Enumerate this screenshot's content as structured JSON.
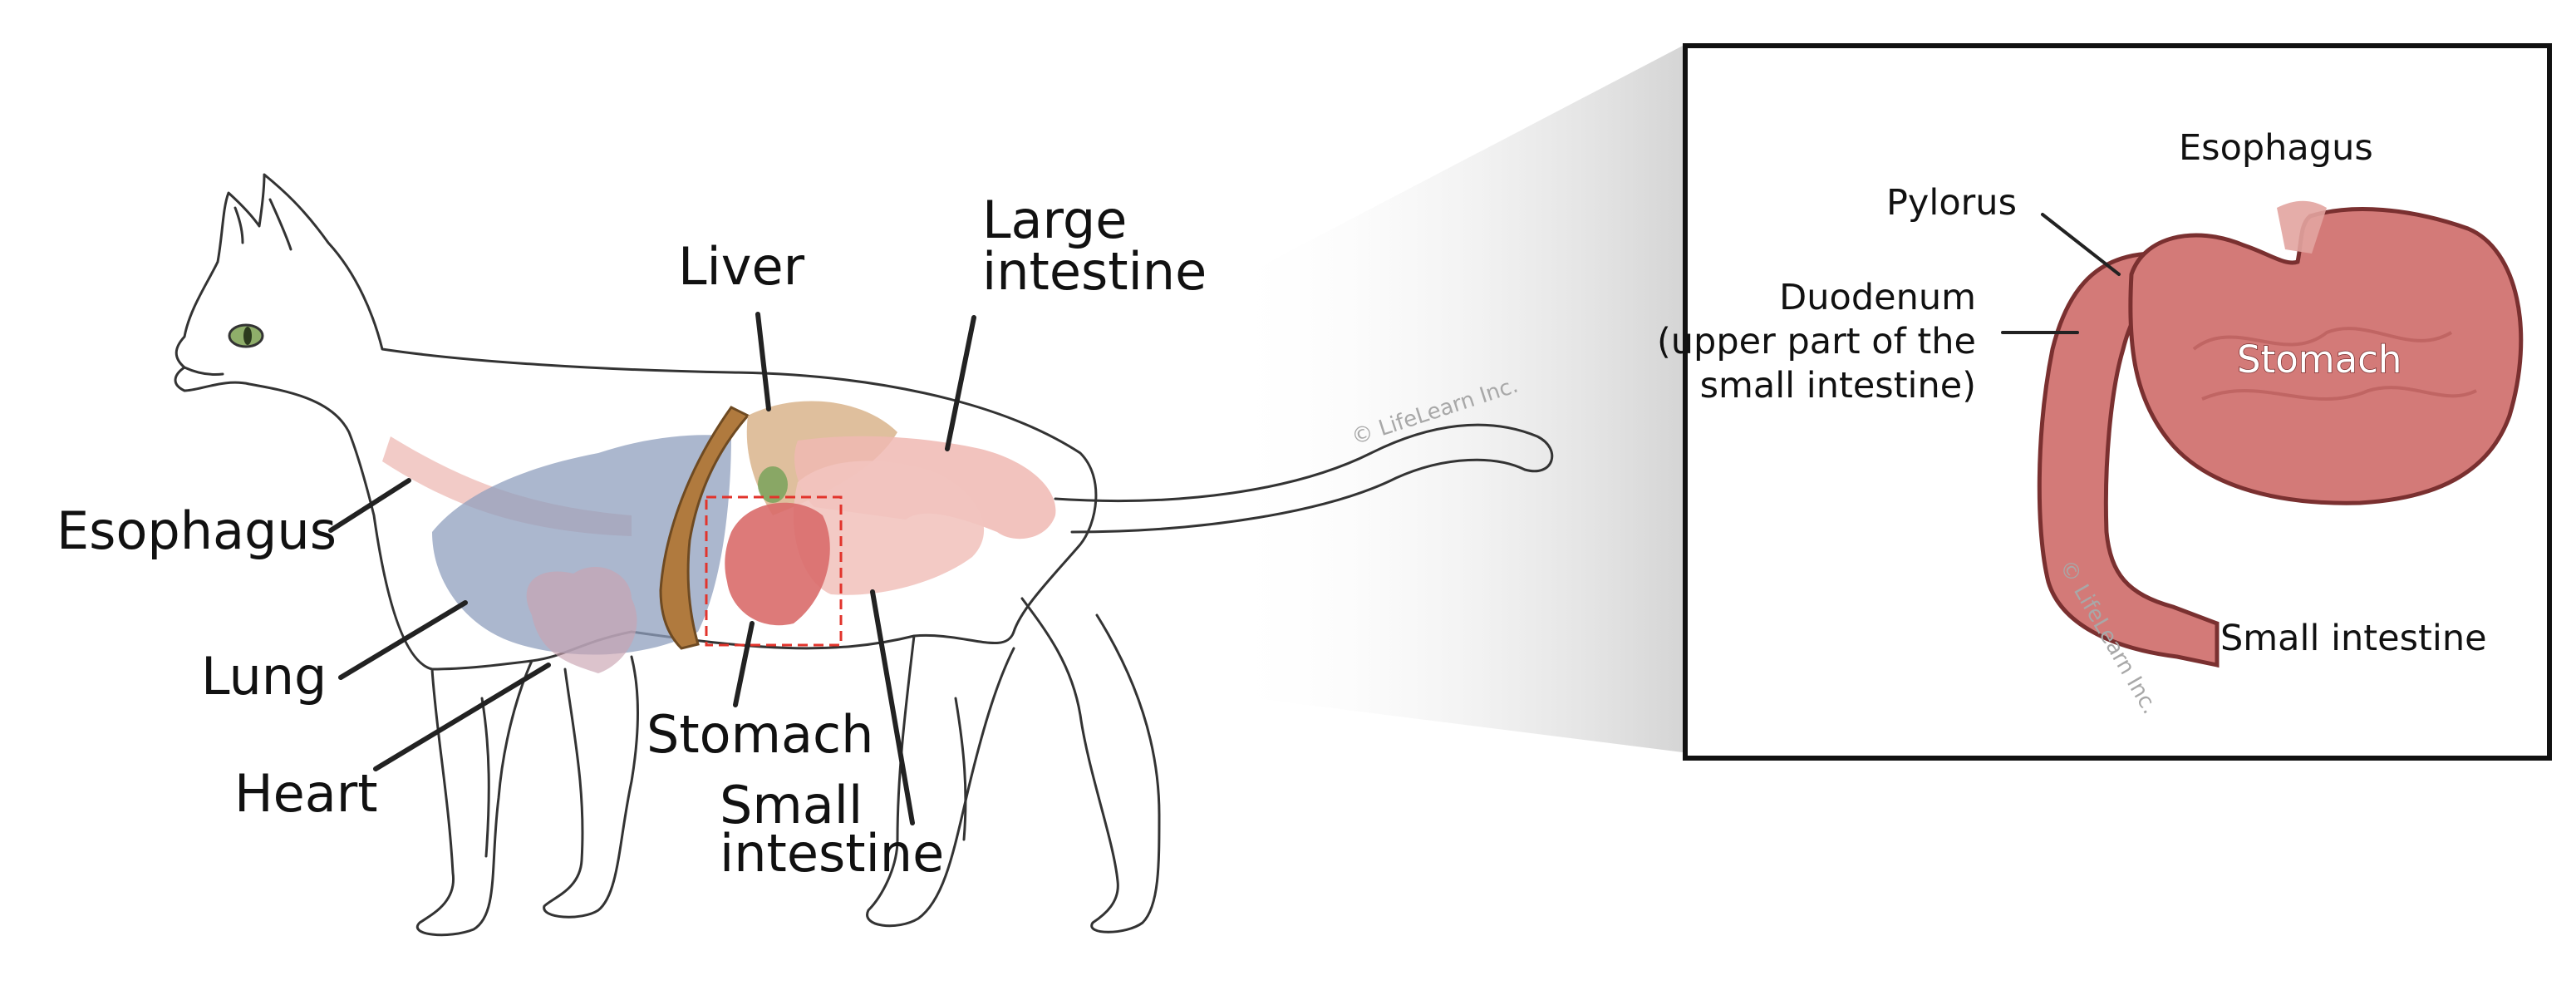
{
  "main_labels": {
    "esophagus": "Esophagus",
    "lung": "Lung",
    "heart": "Heart",
    "liver": "Liver",
    "large_intestine_line1": "Large",
    "large_intestine_line2": "intestine",
    "stomach": "Stomach",
    "small_intestine_line1": "Small",
    "small_intestine_line2": "intestine"
  },
  "inset_labels": {
    "esophagus": "Esophagus",
    "pylorus": "Pylorus",
    "duodenum_line1": "Duodenum",
    "duodenum_line2": "(upper part of the",
    "duodenum_line3": "small intestine)",
    "stomach": "Stomach",
    "small_intestine": "Small intestine"
  },
  "watermark": "© LifeLearn Inc.",
  "colors": {
    "outline": "#333333",
    "lung": "#8f9fbe",
    "liver": "#d9b48c",
    "stomach": "#d96c6a",
    "intestine": "#f0b8b3",
    "diaphragm": "#b07a3e",
    "inset_frame": "#111111",
    "highlight_box": "#e2342c"
  }
}
